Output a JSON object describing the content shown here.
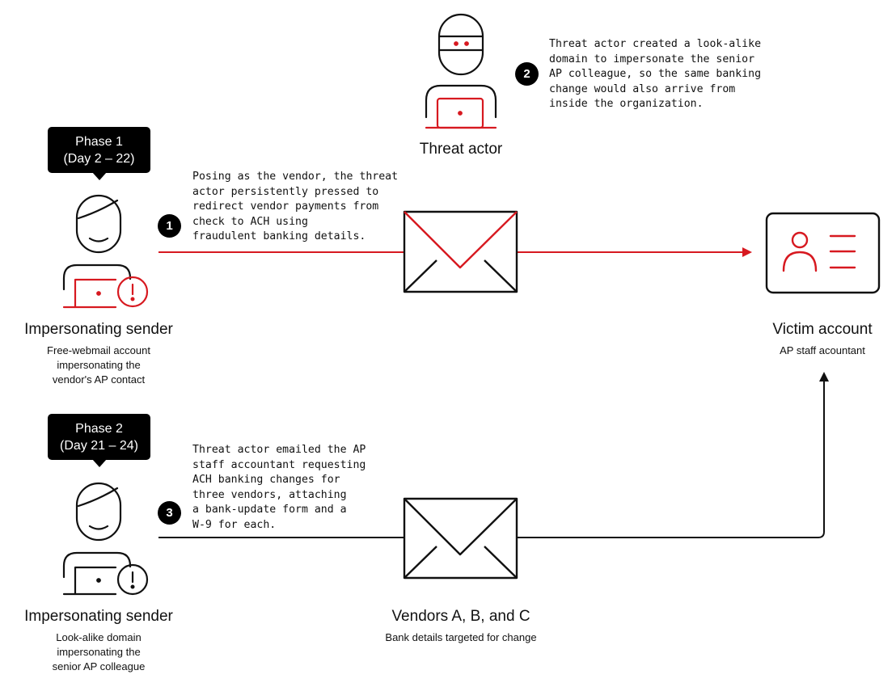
{
  "colors": {
    "accent": "#d71920",
    "ink": "#111111",
    "bubble": "#000000"
  },
  "threat_actor": {
    "label": "Threat actor",
    "step_number": "2",
    "note": [
      "Threat actor created a look-alike",
      "domain to impersonate the senior",
      "AP colleague, so the same banking",
      "change would also arrive from",
      "inside the organization."
    ]
  },
  "phase1": {
    "bubble": [
      "Phase 1",
      "(Day 2 – 22)"
    ],
    "step_number": "1",
    "note": [
      "Posing as the vendor, the threat",
      "actor persistently pressed to",
      "redirect vendor payments from",
      "check to ACH using",
      "fraudulent banking details."
    ],
    "sender_title": "Impersonating sender",
    "sender_desc": [
      "Free-webmail account",
      "impersonating the",
      "vendor's AP contact"
    ]
  },
  "phase2": {
    "bubble": [
      "Phase 2",
      "(Day 21 – 24)"
    ],
    "step_number": "3",
    "note": [
      "Threat actor emailed the AP",
      "staff accountant requesting",
      "ACH banking changes for",
      "three vendors, attaching",
      "a bank-update form and a",
      "W-9 for each."
    ],
    "sender_title": "Impersonating sender",
    "sender_desc": [
      "Look-alike domain",
      "impersonating the",
      "senior AP colleague"
    ]
  },
  "vendors": {
    "title": "Vendors A, B, and C",
    "desc": "Bank details targeted for change"
  },
  "victim": {
    "title": "Victim account",
    "desc": "AP staff acountant"
  },
  "icons": {
    "threat_actor": "hooded-hacker-with-laptop-icon",
    "sender": "person-with-laptop-alert-icon",
    "email": "envelope-icon",
    "victim": "id-card-icon"
  }
}
